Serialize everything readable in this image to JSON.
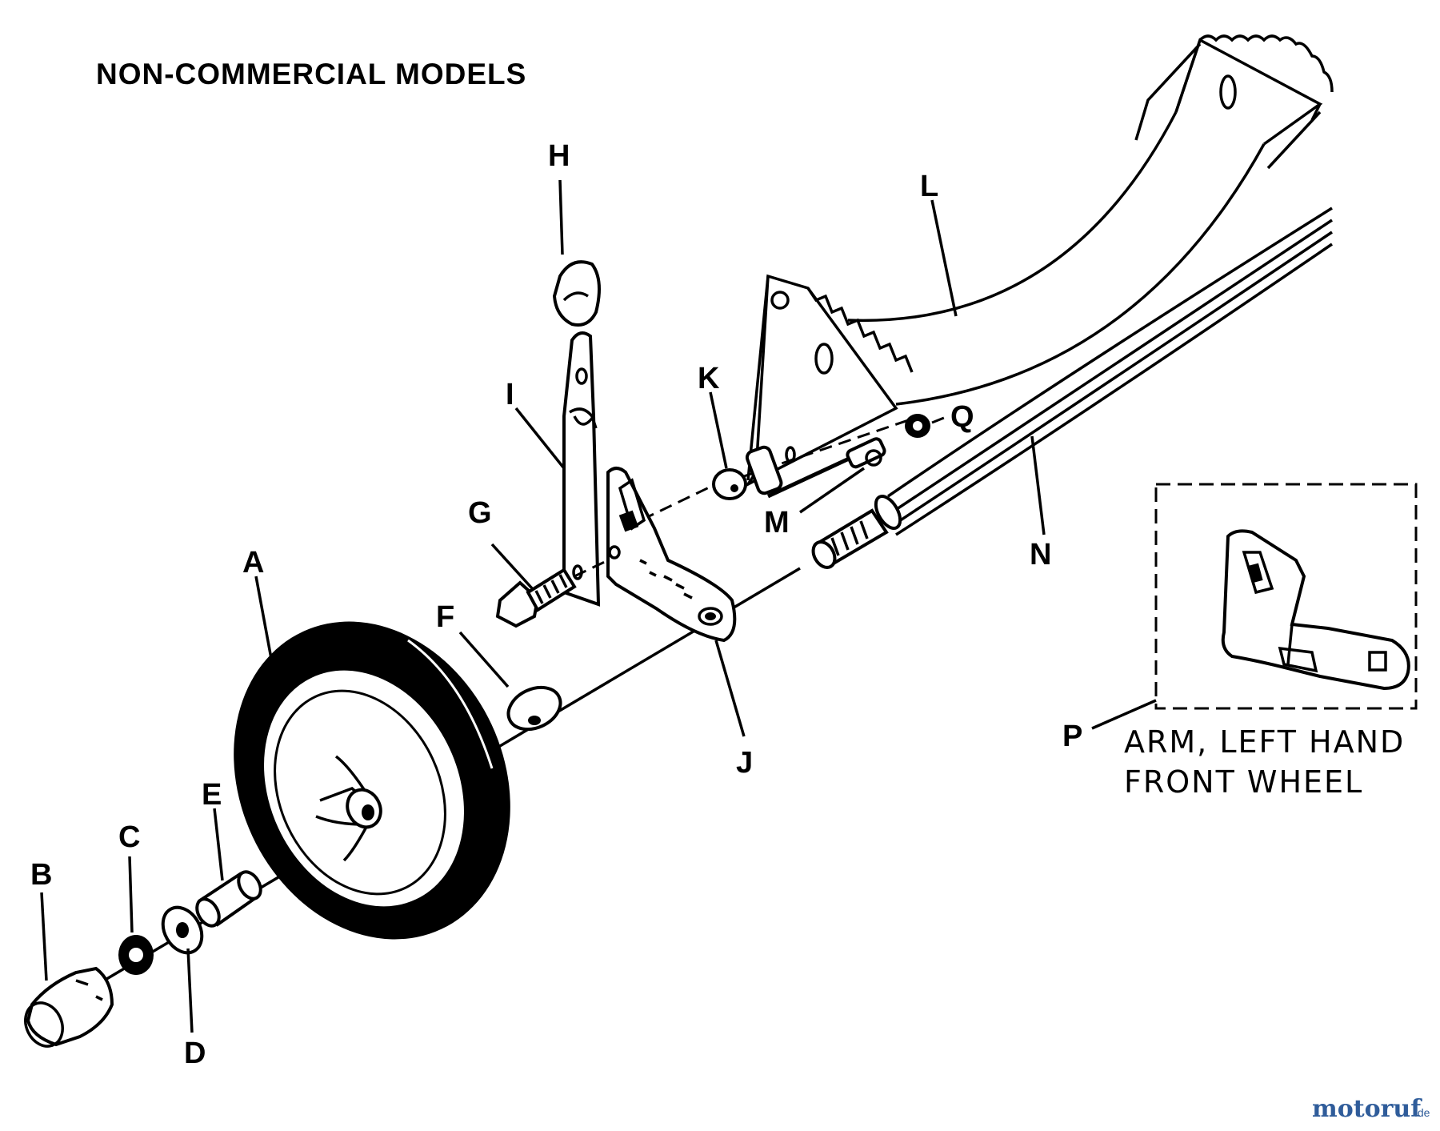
{
  "title": "NON-COMMERCIAL MODELS",
  "labels": {
    "A": "A",
    "B": "B",
    "C": "C",
    "D": "D",
    "E": "E",
    "F": "F",
    "G": "G",
    "H": "H",
    "I": "I",
    "J": "J",
    "K": "K",
    "L": "L",
    "M": "M",
    "N": "N",
    "P": "P",
    "Q": "Q"
  },
  "inset_caption": {
    "line1": "ARM, LEFT HAND",
    "line2": "FRONT WHEEL"
  },
  "watermark": {
    "part1": "motoruf",
    "part2": ".de",
    "colors": {
      "m": "#5a7fb5",
      "o": "#e0a020",
      "rest": "#2f5c9a"
    }
  }
}
